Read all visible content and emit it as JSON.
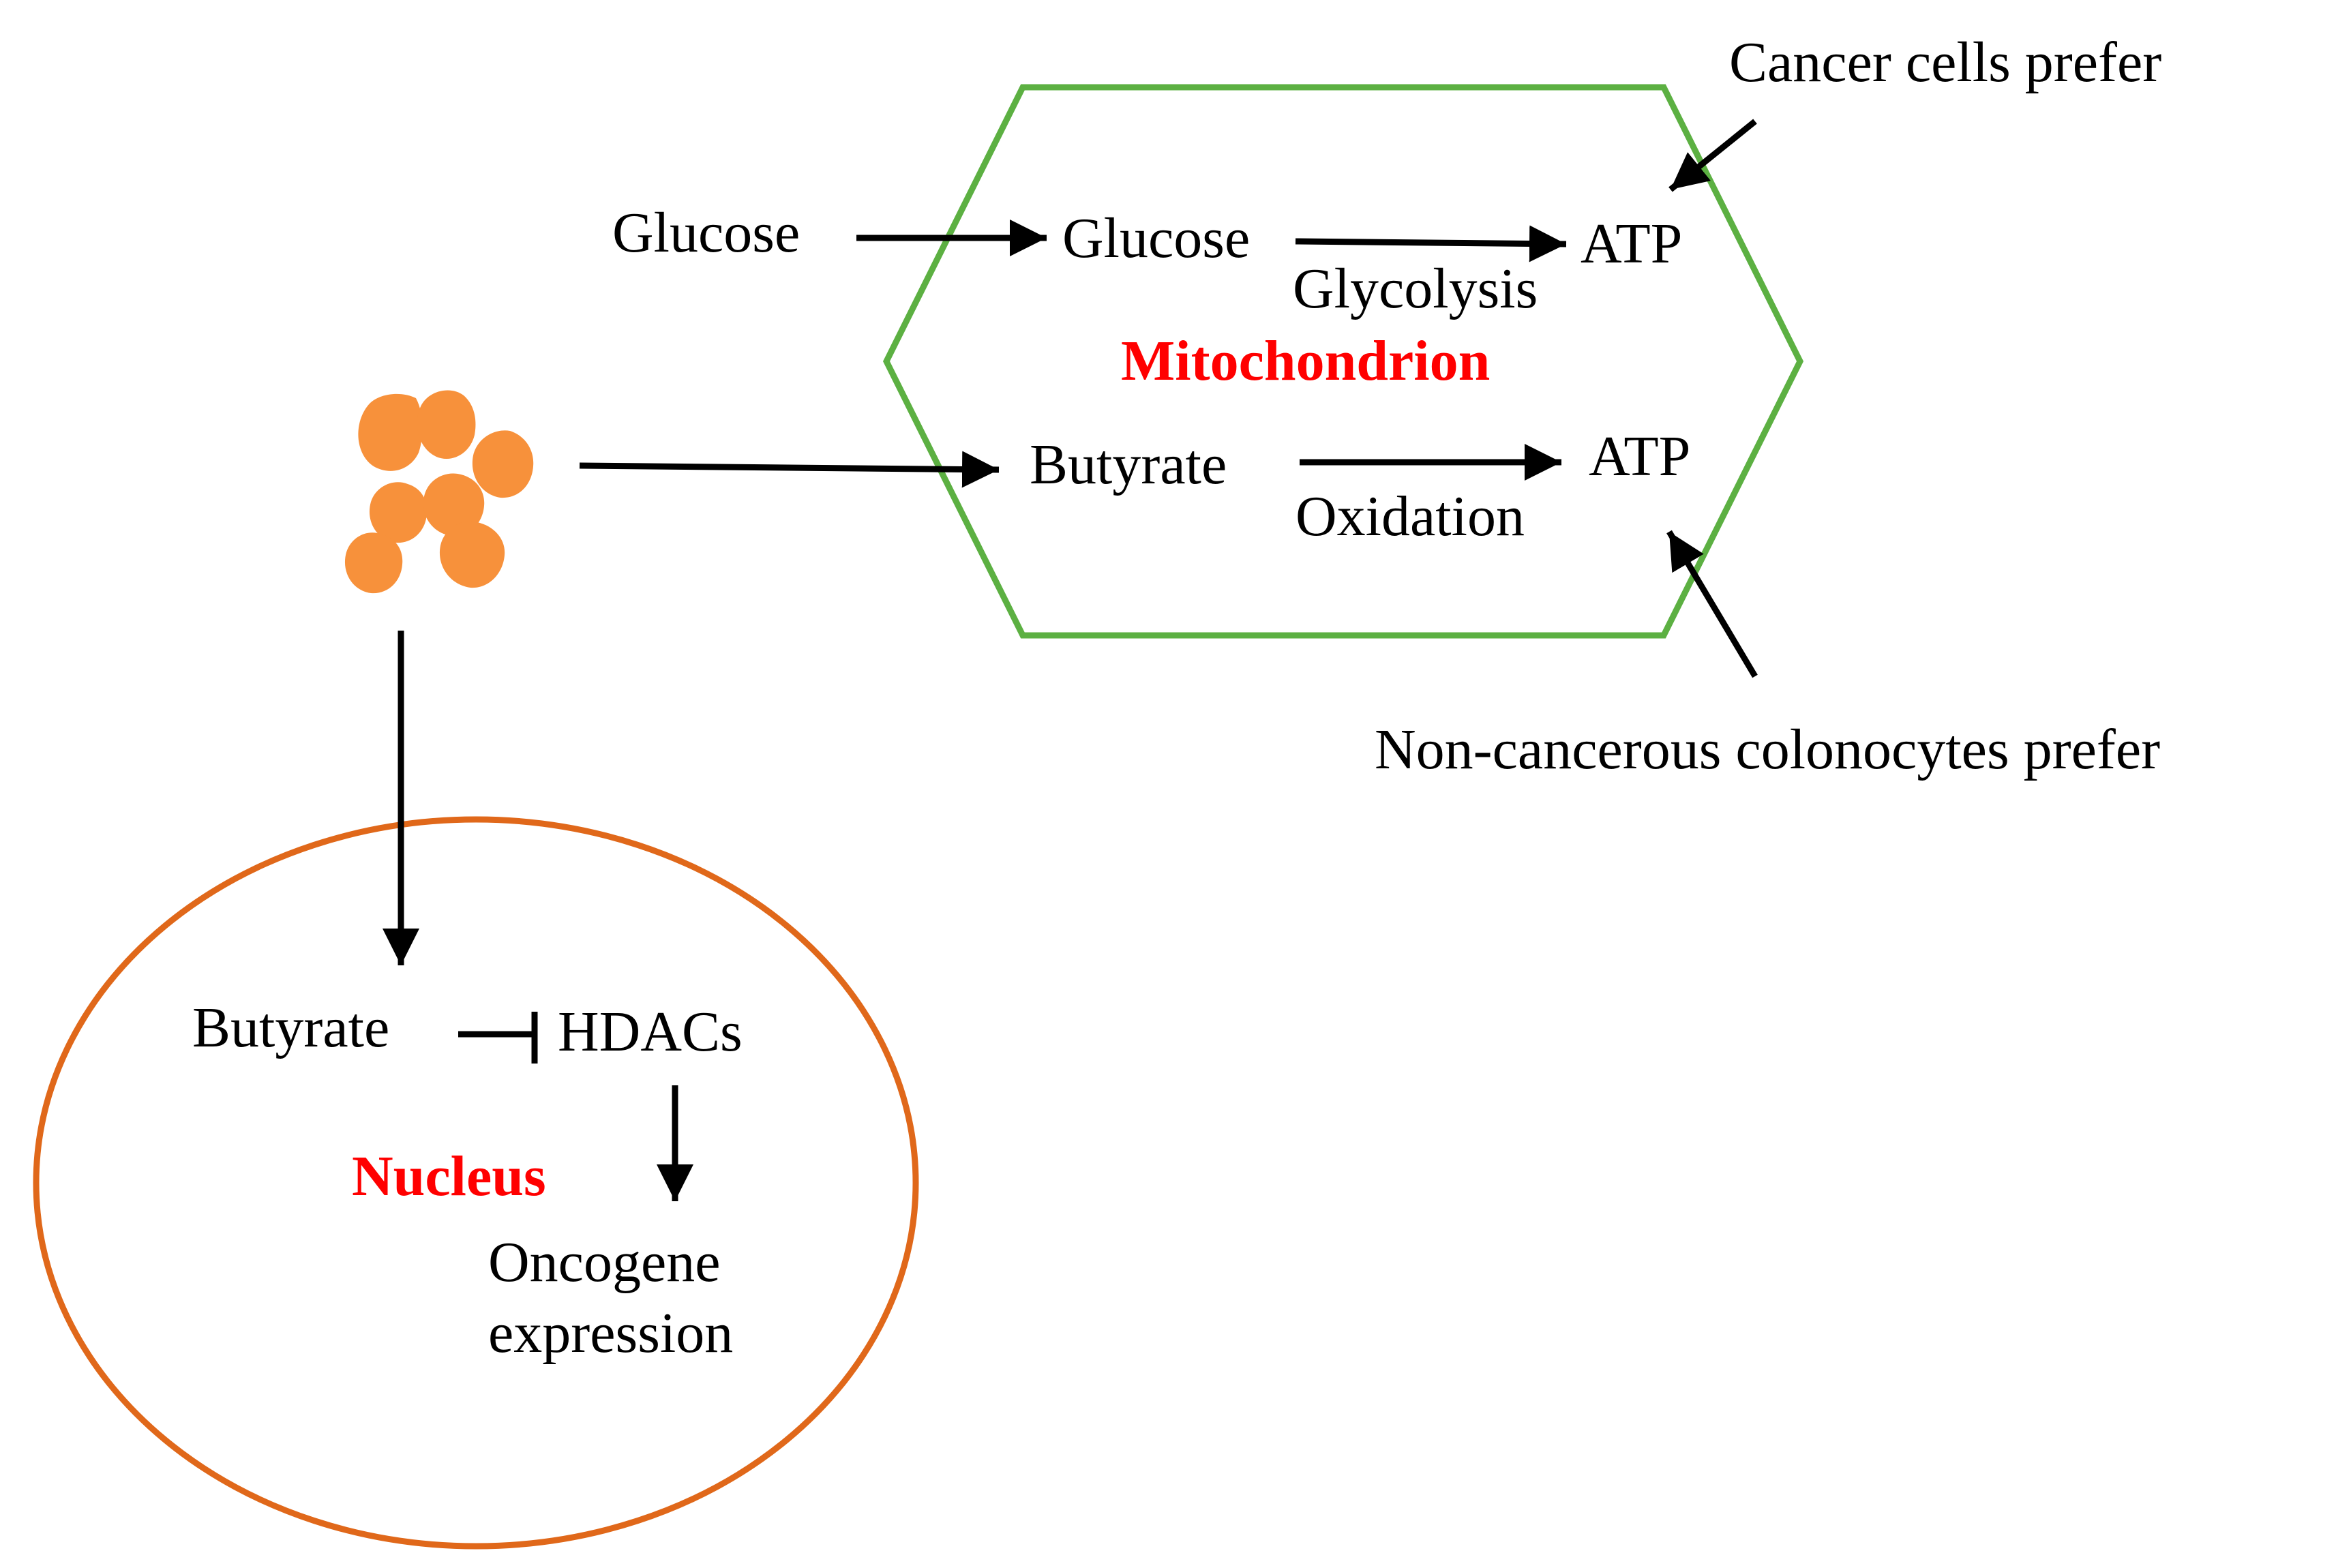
{
  "diagram": {
    "external_glucose": "Glucose",
    "mito": {
      "label": "Mitochondrion",
      "glucose": "Glucose",
      "atp_top": "ATP",
      "glycolysis": "Glycolysis",
      "butyrate": "Butyrate",
      "atp_bottom": "ATP",
      "oxidation": "Oxidation"
    },
    "cancer_pref": "Cancer cells prefer",
    "noncancer_pref": "Non-cancerous colonocytes prefer",
    "nucleus": {
      "label": "Nucleus",
      "butyrate": "Butyrate",
      "hdacs": "HDACs",
      "oncogene_line1": "Oncogene",
      "oncogene_line2": "expression"
    },
    "colors": {
      "mitochondrion_outline": "#5cb042",
      "nucleus_outline": "#e0681a",
      "butyrate_particles": "#f7913b",
      "label_red": "#ff0000",
      "arrow": "#000000"
    }
  }
}
